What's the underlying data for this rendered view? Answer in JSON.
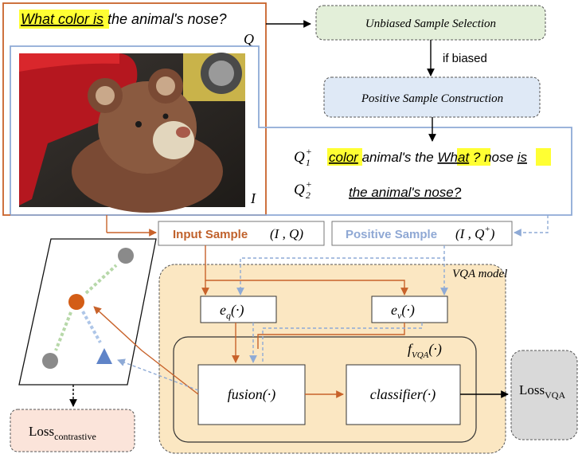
{
  "question": {
    "part1": "What color is",
    "part2": " the animal's nose?",
    "label": "Q"
  },
  "image_label": "I",
  "unbiased_selection": "Unbiased Sample Selection",
  "if_biased": "if biased",
  "positive_construction": "Positive Sample Construction",
  "q1": {
    "symbol": "Q",
    "sup": "+",
    "sub": "1",
    "tokens": [
      {
        "text": "color",
        "highlight": true
      },
      {
        "text": " animal's the ",
        "highlight": false
      },
      {
        "text": "What",
        "highlight": true
      },
      {
        "text": " ? nose ",
        "highlight": false
      },
      {
        "text": "is",
        "highlight": true
      }
    ]
  },
  "q2": {
    "symbol": "Q",
    "sup": "+",
    "sub": "2",
    "text": "the animal's nose?"
  },
  "input_sample": {
    "label": "Input Sample",
    "math": "(I , Q)"
  },
  "positive_sample": {
    "label": "Positive Sample",
    "math_prefix": "(I , Q",
    "math_sup": "+",
    "math_suffix": ")"
  },
  "vqa_model": "VQA model",
  "eq": {
    "base": "e",
    "sub": "q",
    "suffix": "(·)"
  },
  "ev": {
    "base": "e",
    "sub": "v",
    "suffix": "(·)"
  },
  "fvqa": {
    "base": "f",
    "sub": "VQA",
    "suffix": "(·)"
  },
  "fusion": "fusion(·)",
  "classifier": "classifier(·)",
  "loss_vqa": {
    "base": "Loss",
    "sub": "VQA"
  },
  "loss_contrastive": {
    "base": "Loss",
    "sub": "contrastive"
  },
  "colors": {
    "orange": "#c8622a",
    "blue": "#8eaad6",
    "green_fill": "#e3efd9",
    "blue_fill": "#dfe9f6",
    "yellow_highlight": "#ffff33",
    "vqa_fill": "#fbe7c2",
    "loss_vqa_fill": "#d9d9d9",
    "loss_contrastive_fill": "#fbe4da",
    "input_text": "#c0612b",
    "positive_text": "#8fa8d4"
  }
}
